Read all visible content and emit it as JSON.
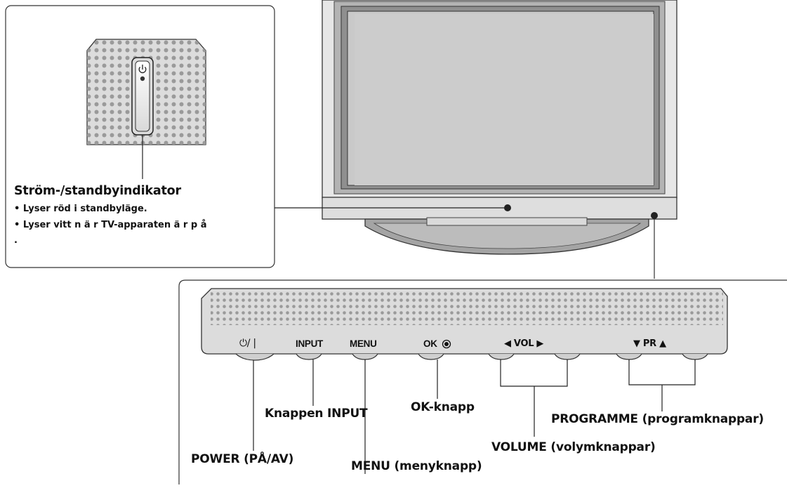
{
  "indicator_panel": {
    "title": "Ström-/standbyindikator",
    "bullet_1": "• Lyser röd i standbyläge.",
    "bullet_2": "• Lyser vitt n ä r TV-apparaten ä r p å",
    "bullet_3": "."
  },
  "button_panel": {
    "power_symbol": "⏻/ |",
    "input_label": "INPUT",
    "menu_label": "MENU",
    "ok_label": "OK",
    "vol_label": "◀  VOL  ▶",
    "pr_label": "▼  PR  ▲"
  },
  "callouts": {
    "power": "POWER (PÅ/AV)",
    "input": "Knappen INPUT",
    "menu": "MENU (menyknapp)",
    "ok": "OK-knapp",
    "volume": "VOLUME (volymknappar)",
    "programme": "PROGRAMME (programknappar)"
  },
  "colors": {
    "panel_fill": "#dcdcdc",
    "dot_fill": "#9a9a9a",
    "screen_fill": "#c9c9c9",
    "line": "#222222"
  }
}
